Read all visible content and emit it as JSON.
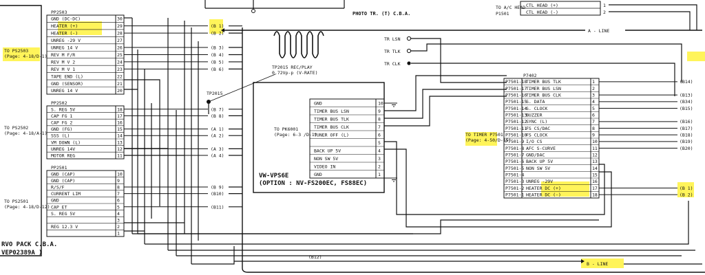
{
  "colors": {
    "ink": "#111111",
    "highlight": "#fff45a",
    "paper": "#ffffff"
  },
  "top_labels": {
    "photo_tr": "PHOTO TR. (T) C.B.A.",
    "ac_head_to": "TO A/C HEAD",
    "ac_head_conn": "P1501",
    "ctl_head_plus": "CTL HEAD (+)",
    "ctl_head_minus": "CTL HEAD (-)",
    "ctl_pin_1": "1",
    "ctl_pin_2": "2",
    "a_line": "A - LINE",
    "b_line": "B - LINE",
    "b12": "(B12)"
  },
  "pp2503": {
    "title": "PP2503",
    "dest": "TO PS2503",
    "page": "(Page: 4-18/D-1)",
    "rows": [
      {
        "label": "GND (DC-DC)",
        "pin": "30"
      },
      {
        "label": "HEATER (+)",
        "pin": "29",
        "ref": "(B 1)"
      },
      {
        "label": "HEATER (-)",
        "pin": "28",
        "ref": "(B 2)"
      },
      {
        "label": "UNREG -29 V",
        "pin": "27"
      },
      {
        "label": "UNREG 14 V",
        "pin": "26",
        "ref": "(B 3)"
      },
      {
        "label": "REV M F/R",
        "pin": "25",
        "ref": "(B 4)"
      },
      {
        "label": "REV M V 2",
        "pin": "24",
        "ref": "(B 5)"
      },
      {
        "label": "REV M V 1",
        "pin": "23",
        "ref": "(B 6)"
      },
      {
        "label": "TAPE END (L)",
        "pin": "22"
      },
      {
        "label": "GND (SENSOR)",
        "pin": "21"
      },
      {
        "label": "UNREG 14 V",
        "pin": "20"
      }
    ]
  },
  "pp2502": {
    "title": "PP2502",
    "dest": "TO PS2502",
    "page": "(Page: 4-18/A-1)",
    "rows": [
      {
        "label": "S. REG 5V",
        "pin": "18",
        "ref": "(B 7)"
      },
      {
        "label": "CAP FG 1",
        "pin": "17",
        "ref": "(B 8)"
      },
      {
        "label": "CAP FG 2",
        "pin": "16"
      },
      {
        "label": "GND (FG)",
        "pin": "15",
        "ref": "(A 1)"
      },
      {
        "label": "SSS (L)",
        "pin": "14",
        "ref": "(A 2)"
      },
      {
        "label": "VM DOWN (L)",
        "pin": "13"
      },
      {
        "label": "UNREG 14V",
        "pin": "12",
        "ref": "(A 3)"
      },
      {
        "label": "MOTOR REG",
        "pin": "11",
        "ref": "(A 4)"
      }
    ]
  },
  "pp2501": {
    "title": "PP2501",
    "dest": "TO PS2501",
    "page": "(Page: 4-18/D-12)",
    "rows": [
      {
        "label": "GND (CAP)",
        "pin": "10"
      },
      {
        "label": "GND (CAP)",
        "pin": "9"
      },
      {
        "label": "R/S/F",
        "pin": "8",
        "ref": "(B 9)"
      },
      {
        "label": "CURRENT LIM",
        "pin": "7",
        "ref": "(B10)"
      },
      {
        "label": "GND",
        "pin": "6"
      },
      {
        "label": "CAP ET",
        "pin": "5",
        "ref": "(B11)"
      },
      {
        "label": "S. REG 5V",
        "pin": "4"
      },
      {
        "label": "",
        "pin": "3"
      },
      {
        "label": "REG 12.3 V",
        "pin": "2"
      },
      {
        "label": "",
        "pin": "1"
      }
    ]
  },
  "servo": {
    "line1": "RVO PACK C.B.A.",
    "line2": "VEP02389A )"
  },
  "tp2015": {
    "point": "TP2015",
    "line1": "TP2015 REC/PLAY",
    "line2": "0.72Vp-p (V-RATE)"
  },
  "tr_pins": [
    "TR LSN",
    "TR TLK",
    "TR CLK"
  ],
  "pk6001": {
    "dest": "TO PK6001",
    "page": "(Page: 6-3 /D-1)",
    "rows": [
      {
        "label": "GND",
        "pin": "10"
      },
      {
        "label": "TIMER BUS LSN",
        "pin": "9"
      },
      {
        "label": "TIMER BUS TLK",
        "pin": "8"
      },
      {
        "label": "TIMER BUS CLK",
        "pin": "7"
      },
      {
        "label": "TUNER OFF (L)",
        "pin": "6"
      },
      {
        "label": "",
        "pin": "5"
      },
      {
        "label": "BACK UP 5V",
        "pin": "4"
      },
      {
        "label": "NON SW 5V",
        "pin": "3"
      },
      {
        "label": "VIDEO IN",
        "pin": "2"
      },
      {
        "label": "GND",
        "pin": "1"
      }
    ],
    "name": "VW-VPS6E",
    "option": "(OPTION : NV-FS200EC, FS88EC)"
  },
  "p7402": {
    "title": "P7402",
    "dest": "TO TIMER P7501",
    "page": "(Page: 4-50/D-15)",
    "rows": [
      {
        "src": "P7501-18",
        "label": "TIMER BUS TLK",
        "pin": "1",
        "ref": "(B14)"
      },
      {
        "src": "P7501-17",
        "label": "TIMER BUS LSN",
        "pin": "2"
      },
      {
        "src": "P7501-16",
        "label": "TIMER BUS CLK",
        "pin": "3",
        "ref": "(B13)"
      },
      {
        "src": "P7501-15",
        "label": "S. DATA",
        "pin": "4",
        "ref": "(B34)"
      },
      {
        "src": "P7501-14",
        "label": "S. CLOCK",
        "pin": "5",
        "ref": "(B15)"
      },
      {
        "src": "P7501-13",
        "label": "BUZZER",
        "pin": "6"
      },
      {
        "src": "P7501-12",
        "label": "SYNC (L)",
        "pin": "7",
        "ref": "(B16)"
      },
      {
        "src": "P7501-11",
        "label": "FS CS/DAC",
        "pin": "8",
        "ref": "(B17)"
      },
      {
        "src": "P7501-10",
        "label": "FS CLOCK",
        "pin": "9",
        "ref": "(B18)"
      },
      {
        "src": "P7501-9",
        "label": "I/O CS",
        "pin": "10",
        "ref": "(B19)"
      },
      {
        "src": "P7501-8",
        "label": "AFC S-CURVE",
        "pin": "11",
        "ref": "(B20)"
      },
      {
        "src": "P7501-7",
        "label": "GND/DAC",
        "pin": "12"
      },
      {
        "src": "P7501-6",
        "label": "BACK UP 5V",
        "pin": "13"
      },
      {
        "src": "P7501-5",
        "label": "NON SW 5V",
        "pin": "14"
      },
      {
        "src": "P7501-4",
        "label": "",
        "pin": "15"
      },
      {
        "src": "P7501-3",
        "label": "UNREG -29V",
        "pin": "16"
      },
      {
        "src": "P7501-2",
        "label": "HEATER DC (+)",
        "pin": "17",
        "ref": "(B 1)"
      },
      {
        "src": "P7501-1",
        "label": "HEATER DC (-)",
        "pin": "18",
        "ref": "(B 2)"
      }
    ]
  }
}
